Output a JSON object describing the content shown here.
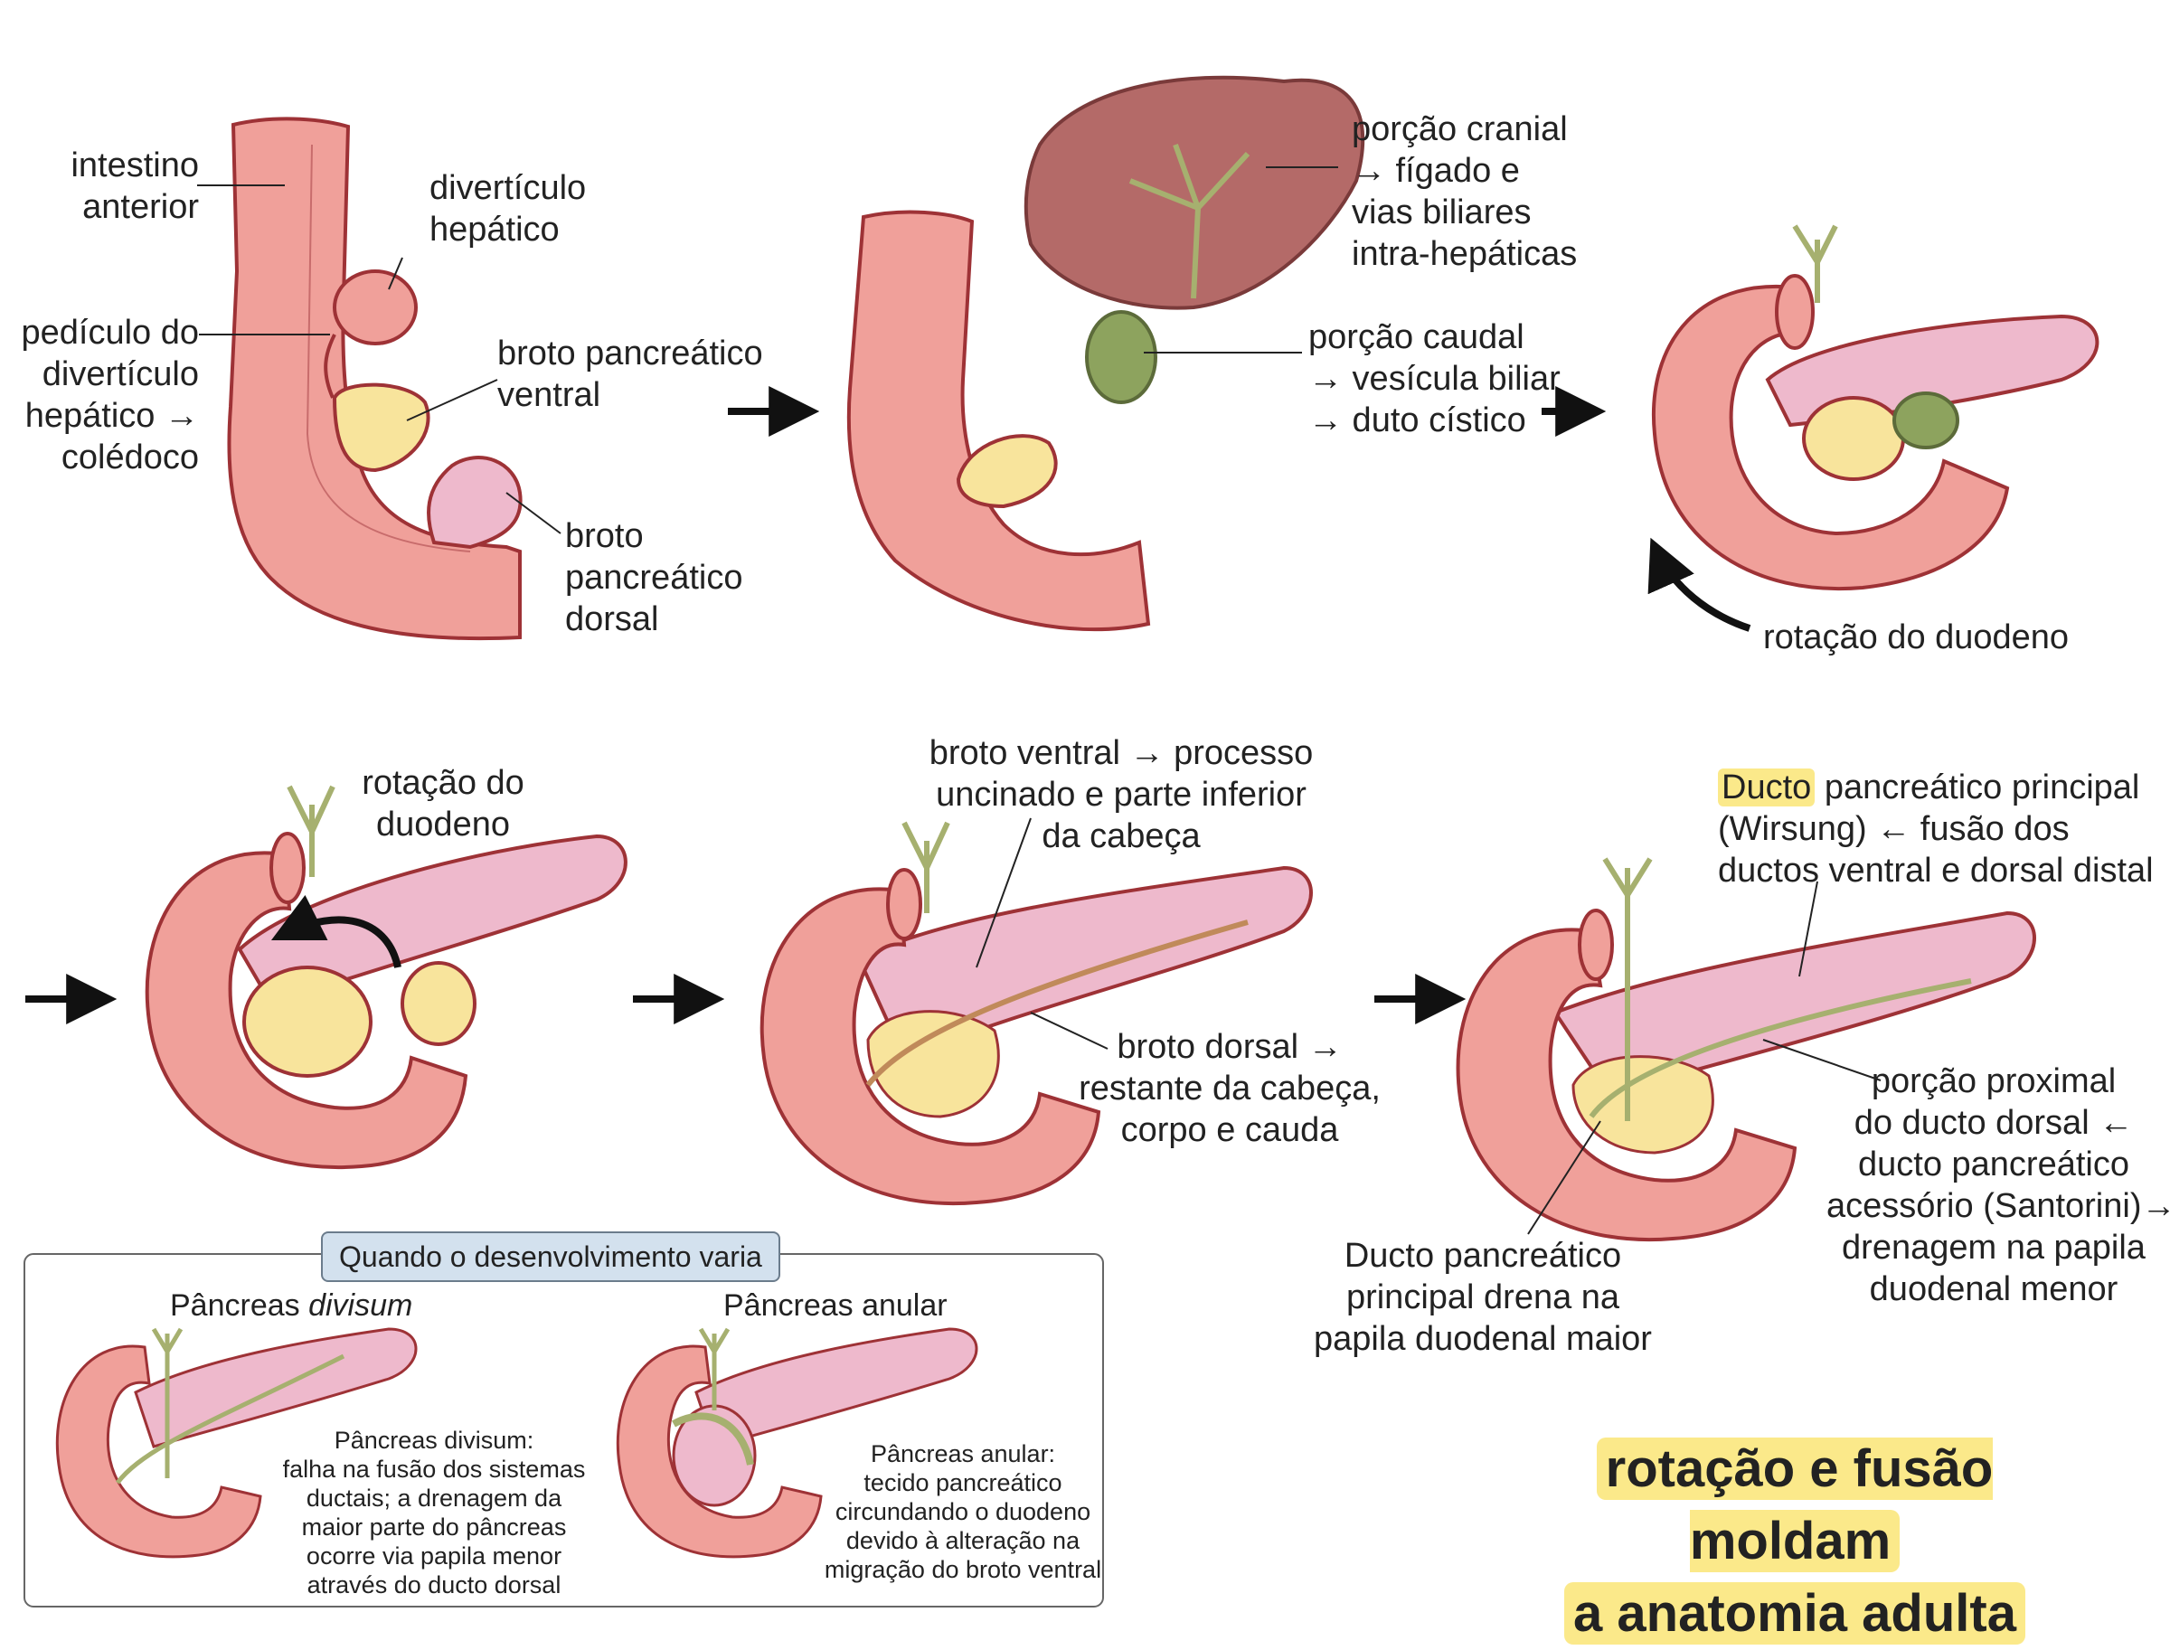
{
  "panel1": {
    "foregut": [
      "intestino",
      "anterior"
    ],
    "hepatic_diverticulum": [
      "divertículo",
      "hepático"
    ],
    "pedicle": [
      "pedículo do",
      "divertículo",
      "hepático →",
      "colédoco"
    ],
    "ventral_bud": [
      "broto pancreático",
      "ventral"
    ],
    "dorsal_bud": [
      "broto",
      "pancreático",
      "dorsal"
    ]
  },
  "panel2": {
    "cranial": [
      "porção cranial",
      "→ fígado e",
      "vias biliares",
      "intra-hepáticas"
    ],
    "caudal": [
      "porção caudal",
      "→ vesícula biliar",
      "→ duto cístico"
    ]
  },
  "panel3": {
    "rotation": "rotação do duodeno"
  },
  "panel4": {
    "rotation": [
      "rotação do",
      "duodeno"
    ]
  },
  "panel5": {
    "ventral": [
      "broto ventral → processo",
      "uncinado e parte inferior",
      "da cabeça"
    ],
    "dorsal": [
      "broto dorsal →",
      "restante da cabeça,",
      "corpo e cauda"
    ]
  },
  "panel6": {
    "main_duct_word": "Ducto",
    "main_duct": [
      " pancreático principal",
      "(Wirsung) ← fusão dos",
      "ductos ventral e dorsal distal"
    ],
    "proximal": [
      "porção proximal",
      "do ducto dorsal ←",
      "ducto pancreático",
      "acessório (Santorini)→",
      "drenagem na papila",
      "duodenal menor"
    ],
    "drain": [
      "Ducto pancreático",
      "principal drena na",
      "papila duodenal maior"
    ]
  },
  "inset": {
    "title": "Quando o desenvolvimento varia",
    "divisum_heading_plain": "Pâncreas ",
    "divisum_heading_italic": "divisum",
    "divisum_text": [
      "Pâncreas divisum:",
      "falha na fusão dos sistemas",
      "ductais; a drenagem da",
      "maior parte do pâncreas",
      "ocorre via papila menor",
      "através do ducto dorsal"
    ],
    "annular_heading": "Pâncreas anular",
    "annular_text": [
      "Pâncreas anular:",
      "tecido pancreático",
      "circundando o duodeno",
      "devido à alteração na",
      "migração do broto ventral"
    ]
  },
  "main_title": [
    "rotação e fusão moldam",
    "a anatomia adulta"
  ],
  "colors": {
    "duodenum": "#f0a09a",
    "duodenum_outline": "#9e3236",
    "pancreas": "#eeb9cc",
    "ventral_bud": "#f8e49c",
    "liver": "#b46a68",
    "gallbladder": "#8da35e",
    "bile_duct": "#a6b06f",
    "highlight": "#fbe98a",
    "inset_title_bg": "#d3e1ee"
  }
}
